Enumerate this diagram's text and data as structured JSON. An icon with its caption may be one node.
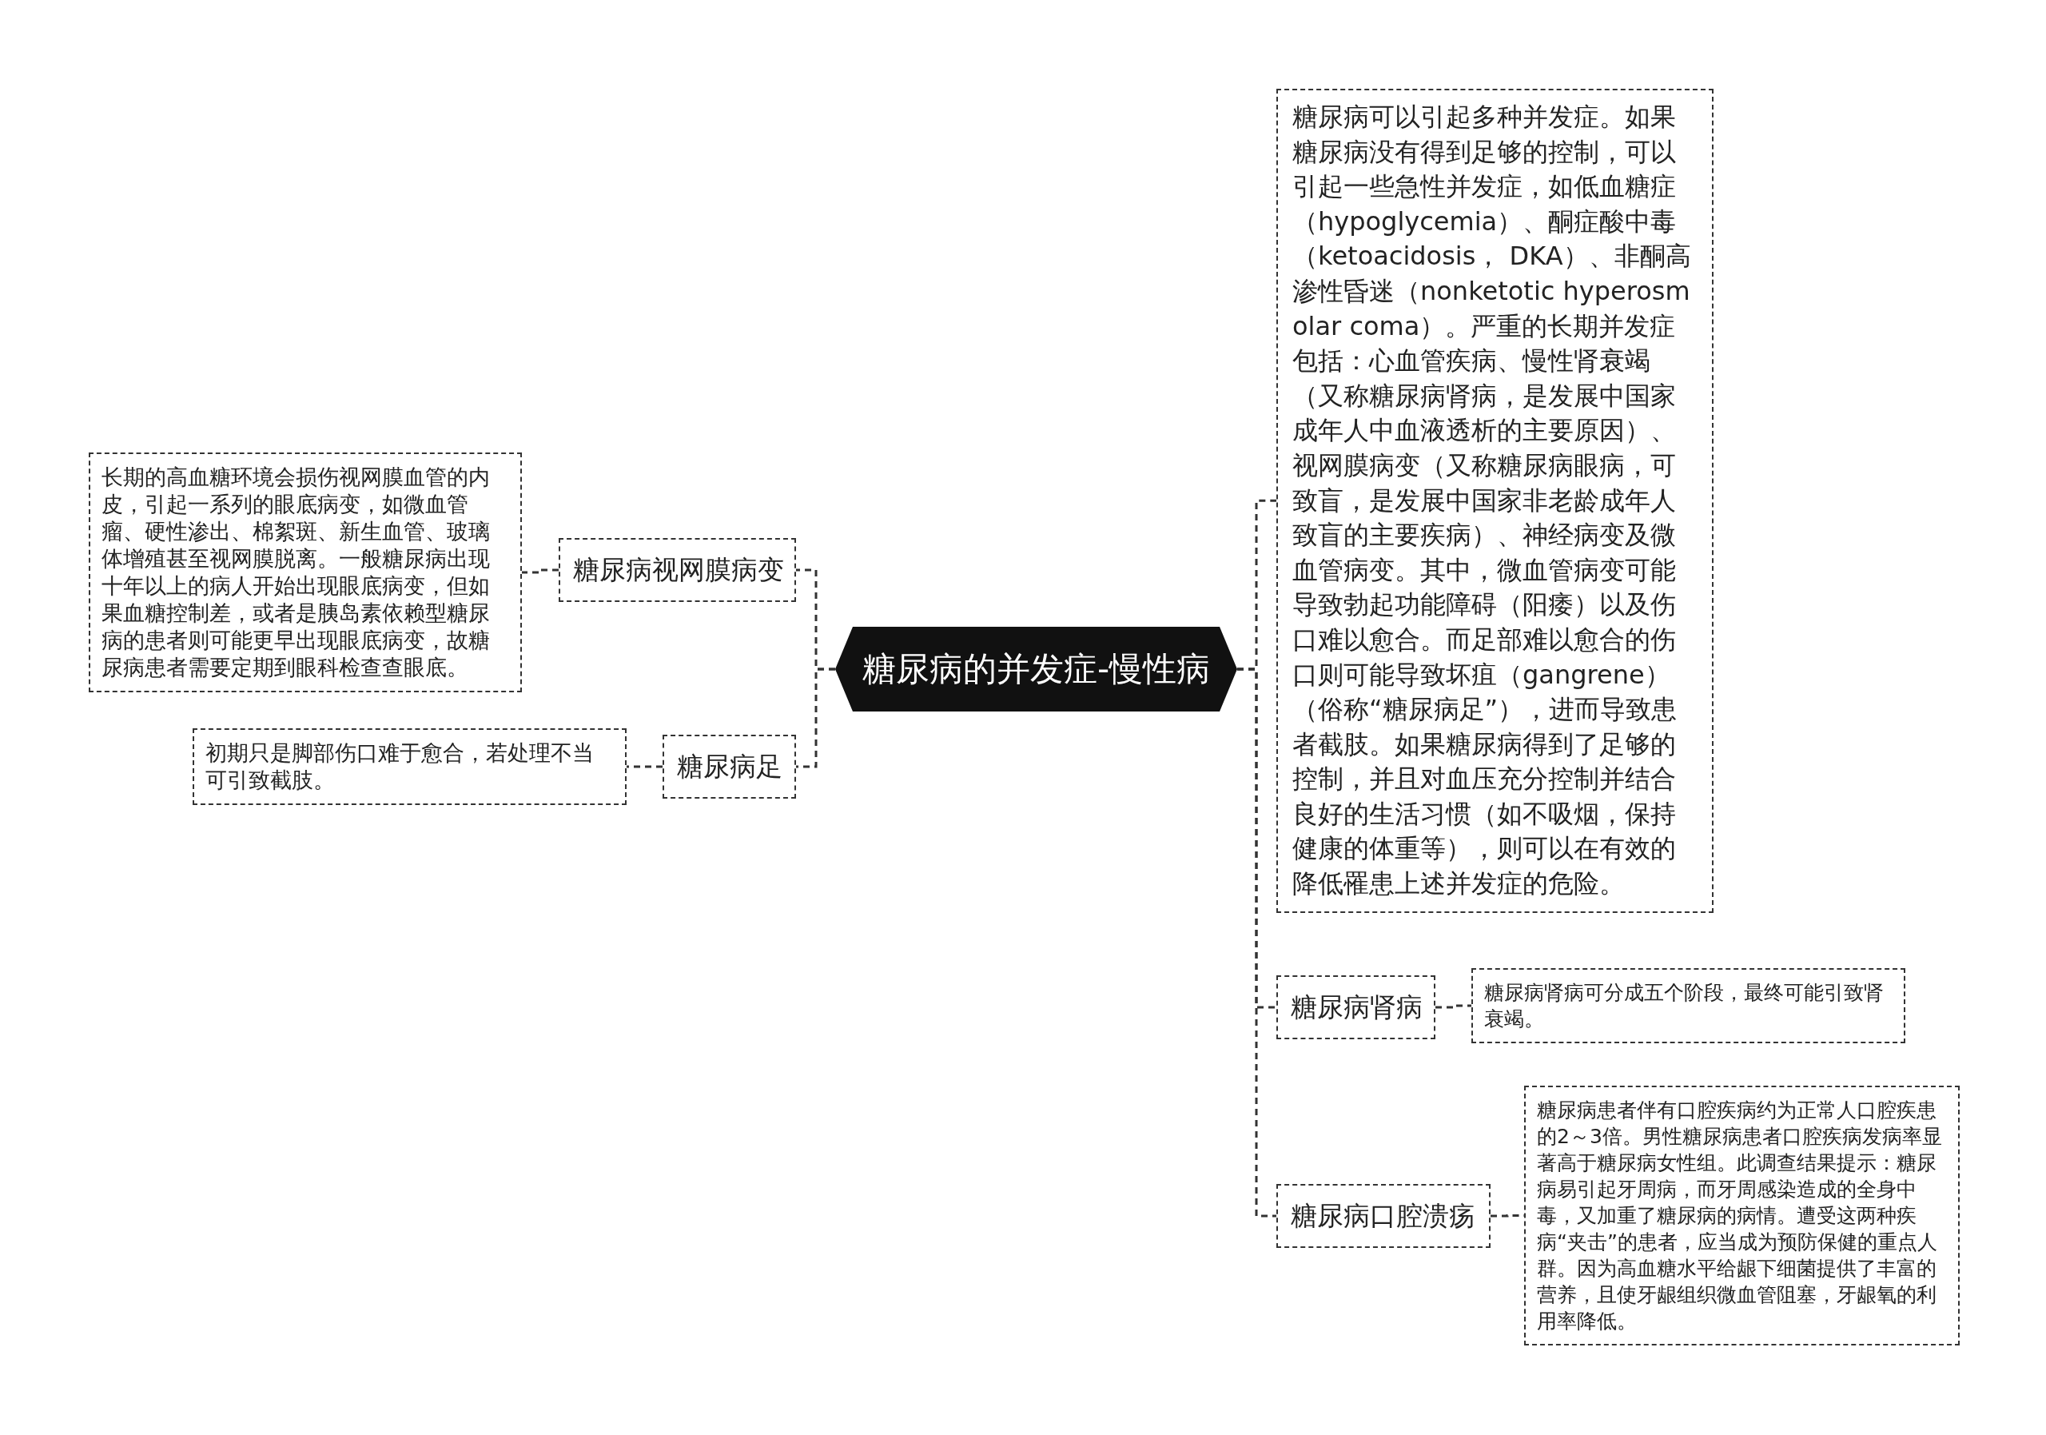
{
  "diagram": {
    "nodes": [
      {
        "text": [
          "糖尿病的并发症-慢性病"
        ]
      },
      {
        "text": [
          "糖尿病视网膜病变"
        ]
      },
      {
        "text": [
          "长期的高血糖环境会损伤视网膜血管的内皮，引起一系列的眼底病变，如微血管瘤、硬性渗出、棉絮斑、新生血管、玻璃体增殖甚至视网膜脱离。一般糖尿病出现十年以上的病人开始出现眼底病变，但如果血糖控制差，或者是胰岛素依赖型糖尿病的患者则可能更早出现眼底病变，故糖尿病患者需要定期到眼科检查查眼底。"
        ]
      },
      {
        "text": [
          "糖尿病足"
        ]
      },
      {
        "text": [
          "初期只是脚部伤口难于愈合，若处理不当可引致截肢。"
        ]
      },
      {
        "text": [
          "糖尿病可以引起多种并发症。如果糖尿病没有得到足够的控制，可以引起一些急性并发症，如低血糖症（hypoglycemia）、酮症酸中毒（ketoacidosis， DKA）、非酮高渗性昏迷（nonketotic hyperosmolar coma）。严重的长期并发症包括：心血管疾病、慢性肾衰竭（又称糖尿病肾病，是发展中国家成年人中血液透析的主要原因）、视网膜病变（又称糖尿病眼病，可致盲，是发展中国家非老龄成年人致盲的主要疾病）、神经病变及微血管病变。其中，微血管病变可能导致勃起功能障碍（阳痿）以及伤口难以愈合。而足部难以愈合的伤口则可能导致坏疽（gangrene）（俗称“糖尿病足”），进而导致患者截肢。如果糖尿病得到了足够的控制，并且对血压充分控制并结合良好的生活习惯（如不吸烟，保持健康的体重等），则可以在有效的降低罹患上述并发症的危险。"
        ]
      },
      {
        "text": [
          "糖尿病肾病"
        ]
      },
      {
        "text": [
          "糖尿病肾病可分成五个阶段，最终可能引致肾衰竭。"
        ]
      },
      {
        "text": [
          "糖尿病口腔溃疡"
        ]
      },
      {
        "text": [
          "糖尿病患者伴有口腔疾病约为正常人口腔疾患的2～3倍。男性糖尿病患者口腔疾病发病率显著高于糖尿病女性组。此调查结果提示：糖尿病易引起牙周病，而牙周感染造成的全身中毒，又加重了糖尿病的病情。遭受这两种疾病“夹击”的患者，应当成为预防保健的重点人群。因为高血糖水平给龈下细菌提供了丰富的营养，且使牙龈组织微血管阻塞，牙龈氧的利用率降低。"
        ]
      }
    ],
    "edges": [
      {
        "from": 0,
        "to": 1,
        "arrow": "none"
      },
      {
        "from": 1,
        "to": 2,
        "arrow": "none"
      },
      {
        "from": 0,
        "to": 3,
        "arrow": "none"
      },
      {
        "from": 3,
        "to": 4,
        "arrow": "none"
      },
      {
        "from": 0,
        "to": 5,
        "arrow": "none"
      },
      {
        "from": 0,
        "to": 6,
        "arrow": "none"
      },
      {
        "from": 6,
        "to": 7,
        "arrow": "none"
      },
      {
        "from": 0,
        "to": 8,
        "arrow": "none"
      },
      {
        "from": 8,
        "to": 9,
        "arrow": "none"
      }
    ]
  }
}
